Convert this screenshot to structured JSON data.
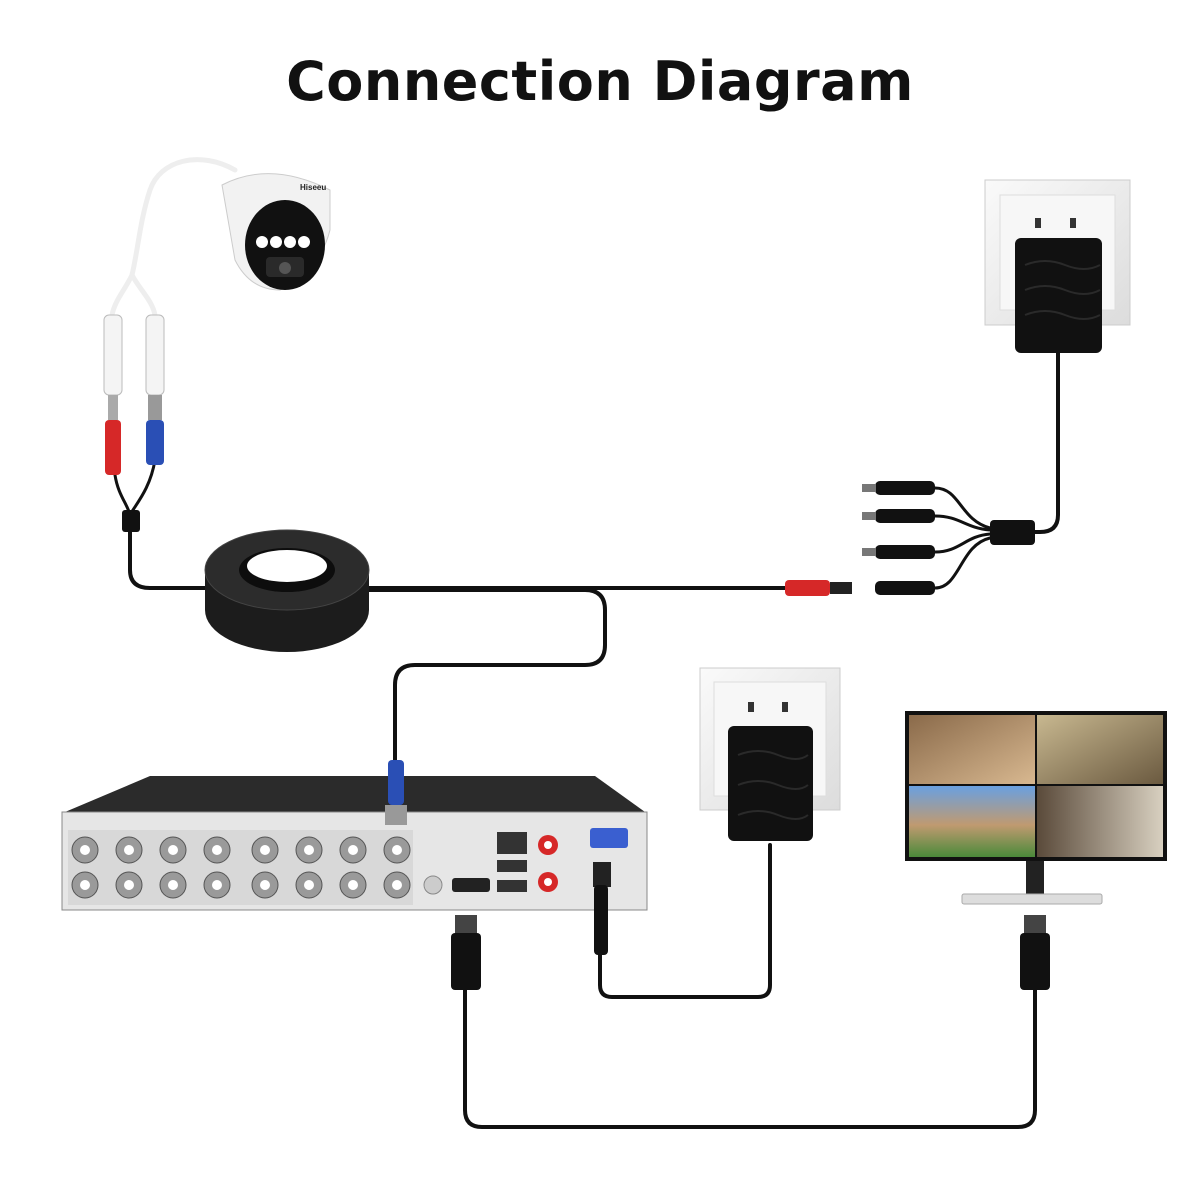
{
  "title": "Connection Diagram",
  "components": {
    "camera": {
      "logo": "Hiseeu",
      "icon": "dome-camera-icon"
    },
    "cable_coil": {
      "icon": "cable-coil-icon"
    },
    "power_splitter": {
      "outputs": 4,
      "icon": "power-splitter-icon"
    },
    "camera_power_adapter": {
      "icon": "power-adapter-icon"
    },
    "dvr": {
      "bnc_inputs": 16,
      "icon": "dvr-recorder-icon"
    },
    "dvr_power_adapter": {
      "icon": "power-adapter-icon"
    },
    "monitor": {
      "icon": "monitor-icon"
    },
    "hdmi_cable": {
      "icon": "hdmi-cable-icon"
    }
  },
  "colors": {
    "cable": "#111111",
    "power_plug": "#d62828",
    "video_plug": "#2a4fb5",
    "dvr_panel": "#e6e6e6",
    "dvr_top": "#2b2b2b"
  }
}
